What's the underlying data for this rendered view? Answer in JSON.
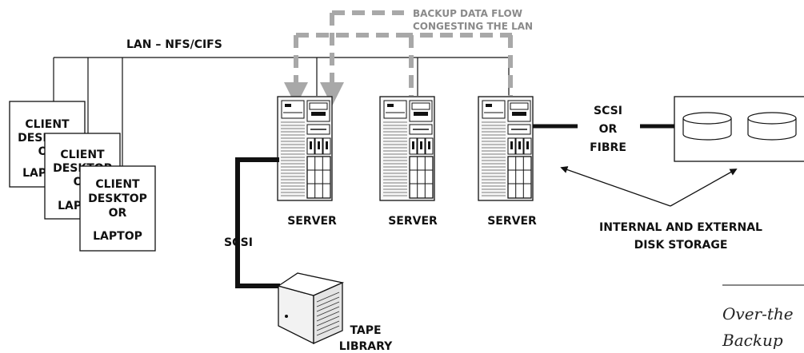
{
  "lan_label": "LAN – NFS/CIFS",
  "backup_flow": {
    "line1": "BACKUP DATA FLOW",
    "line2": "CONGESTING THE LAN"
  },
  "clients": [
    {
      "line1": "CLIENT",
      "line2": "DESKTOP",
      "line3": "OR",
      "line4": "LAPTOP"
    },
    {
      "line1": "CLIENT",
      "line2": "DESKTOP",
      "line3": "OR",
      "line4": "LAPTOP"
    },
    {
      "line1": "CLIENT",
      "line2": "DESKTOP",
      "line3": "OR",
      "line4": "LAPTOP"
    }
  ],
  "servers": [
    {
      "label": "SERVER"
    },
    {
      "label": "SERVER"
    },
    {
      "label": "SERVER"
    }
  ],
  "scsi_label": "SCSI",
  "tape": {
    "line1": "TAPE",
    "line2": "LIBRARY"
  },
  "scsi_fibre": {
    "line1": "SCSI",
    "line2": "OR",
    "line3": "FIBRE"
  },
  "disk_storage": {
    "line1": "INTERNAL AND EXTERNAL",
    "line2": "DISK STORAGE"
  },
  "caption": {
    "line1": "Over-the",
    "line2": "Backup"
  },
  "colors": {
    "dashed_flow": "#a8a8a8",
    "stroke": "#111111",
    "server_fill": "#f7f7f7"
  }
}
